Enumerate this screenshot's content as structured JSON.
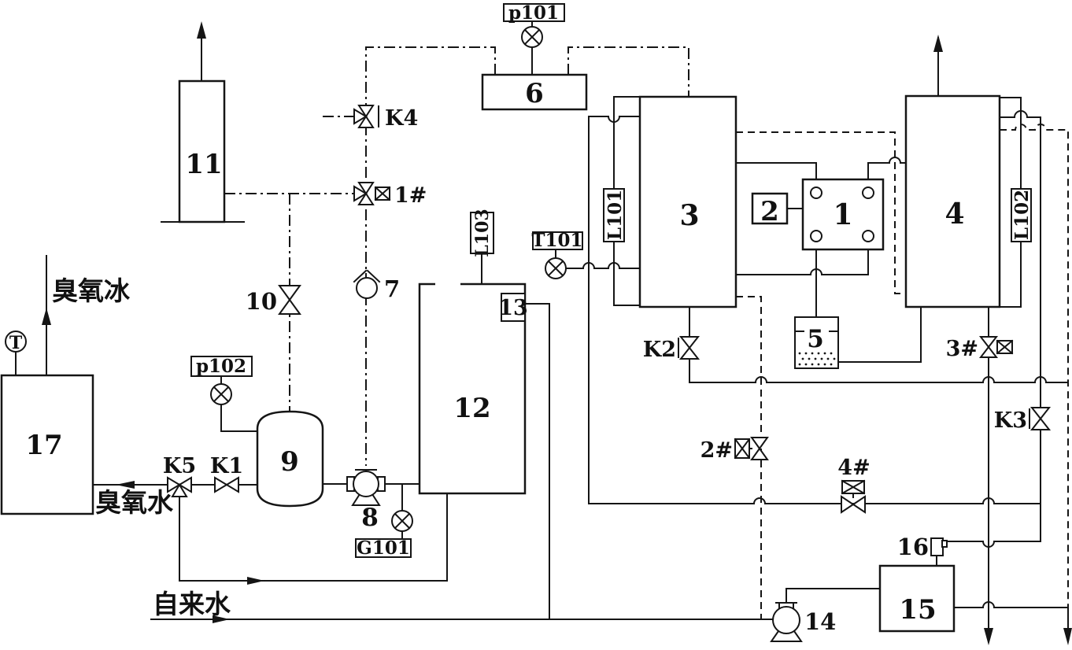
{
  "colors": {
    "ink": "#151515",
    "background": "#ffffff"
  },
  "boxes": {
    "b1": "1",
    "b2": "2",
    "b3": "3",
    "b4": "4",
    "b5": "5",
    "b6": "6",
    "b9": "9",
    "b11": "11",
    "b12": "12",
    "b13": "13",
    "b15": "15",
    "b16": "16",
    "b17": "17"
  },
  "instruments": {
    "p101": "p101",
    "p102": "p102",
    "t101": "T101",
    "g101": "G101",
    "l101": "L101",
    "l102": "L102",
    "l103": "L103",
    "t_gauge": "T"
  },
  "valves": {
    "k1": "K1",
    "k2": "K2",
    "k3": "K3",
    "k4": "K4",
    "k5": "K5",
    "v1": "1#",
    "v2": "2#",
    "v3": "3#",
    "v4": "4#",
    "v10": "10",
    "v7": "7"
  },
  "pumps": {
    "p8": "8",
    "p14": "14"
  },
  "streams": {
    "ozone_ice": "臭氧冰",
    "ozone_water": "臭氧水",
    "tap_water": "自来水"
  }
}
